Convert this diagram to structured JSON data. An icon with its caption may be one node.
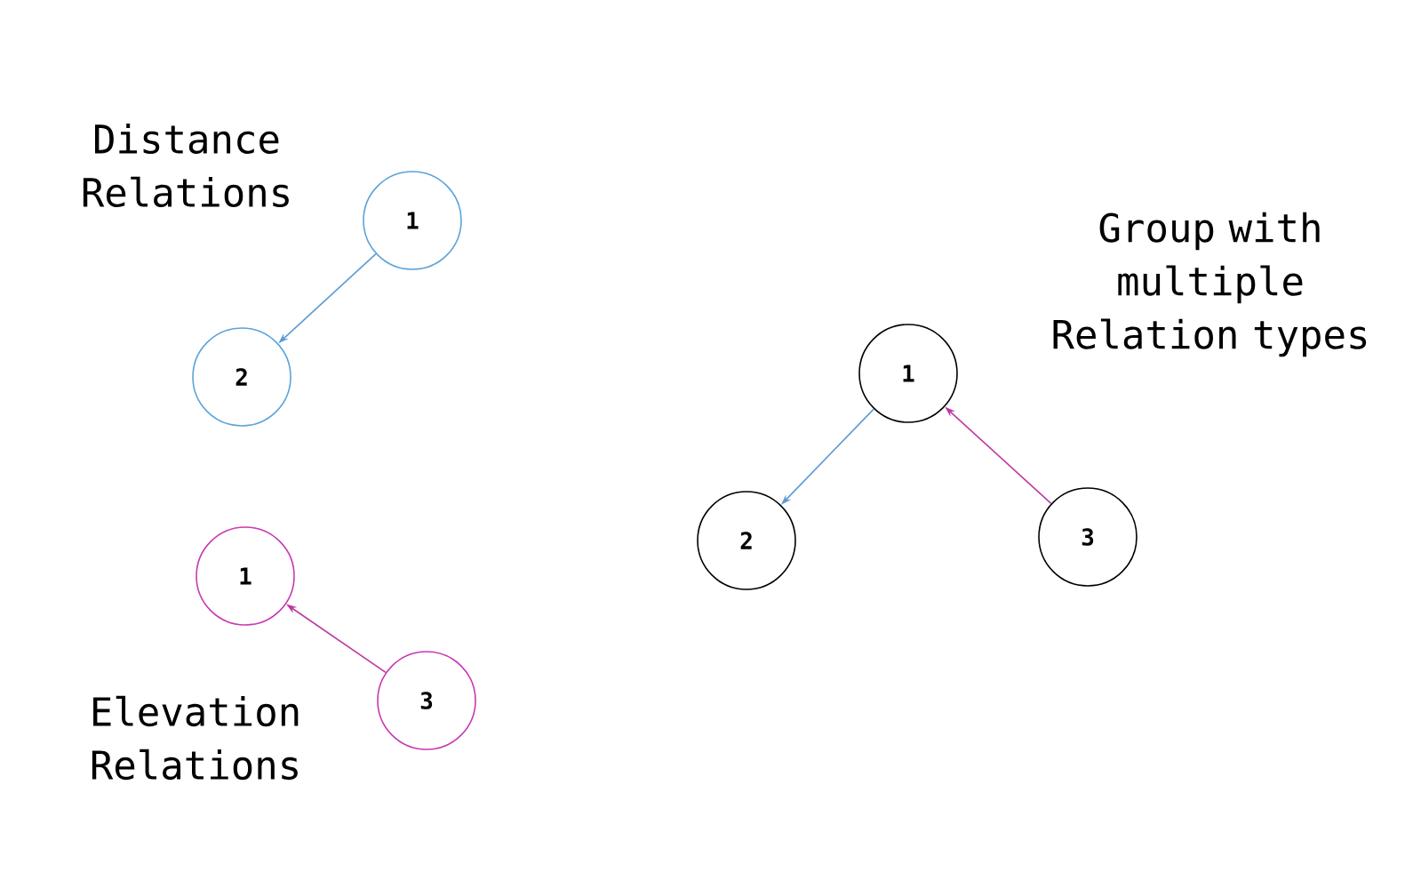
{
  "diagram": {
    "nodes": [
      {
        "text": [
          "1"
        ]
      },
      {
        "text": [
          "2"
        ]
      },
      {
        "text": [
          "1"
        ]
      },
      {
        "text": [
          "3"
        ]
      },
      {
        "text": [
          "1"
        ]
      },
      {
        "text": [
          "2"
        ]
      },
      {
        "text": [
          "3"
        ]
      }
    ],
    "edges": [
      {
        "from": 0,
        "to": 1,
        "arrow": "to",
        "color": "#5b9bd5"
      },
      {
        "from": 3,
        "to": 2,
        "arrow": "to",
        "color": "#c0389e"
      },
      {
        "from": 4,
        "to": 5,
        "arrow": "to",
        "color": "#5b9bd5"
      },
      {
        "from": 6,
        "to": 4,
        "arrow": "to",
        "color": "#c0389e"
      }
    ],
    "labels": [
      "Distance Relations",
      "Elevation Relations",
      "Group with multiple Relation types"
    ]
  }
}
